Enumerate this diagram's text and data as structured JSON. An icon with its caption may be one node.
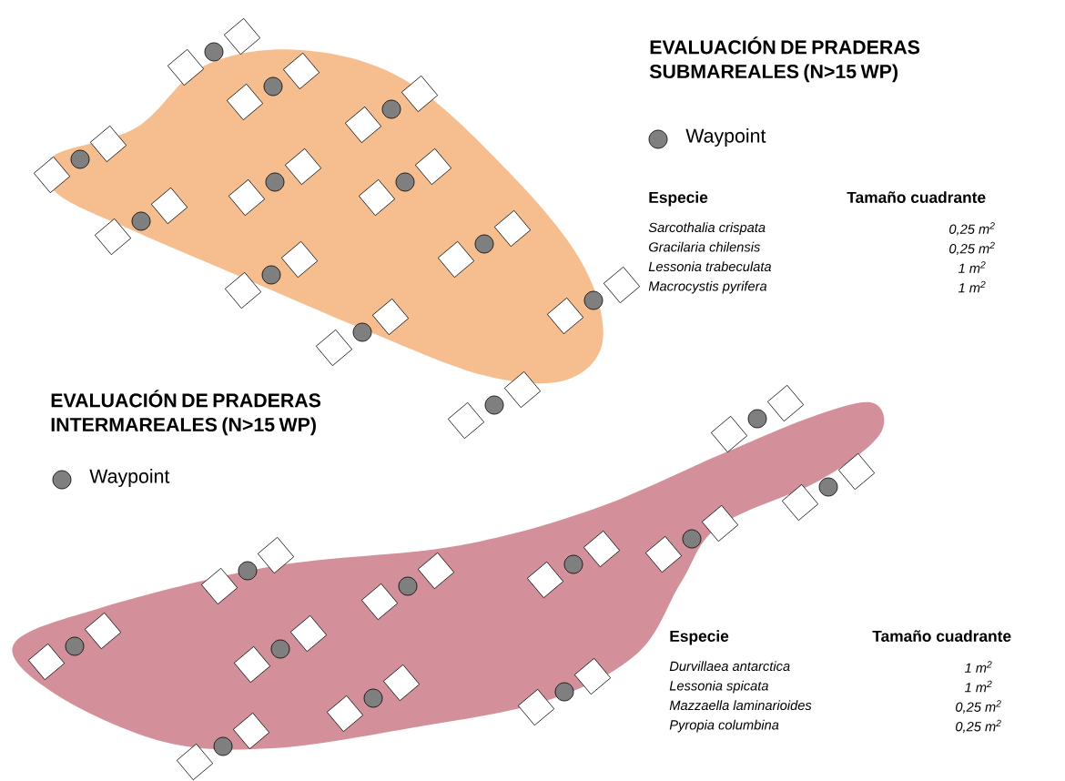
{
  "diagram": {
    "labels": [
      "EVALUACIÓN DE PRADERAS SUBMAREALES (N>15 WP)",
      "Especie",
      "Tamaño cuadrante",
      "Sarcothalia crispata",
      "0,25 m$^{2}$",
      "Gracilaria chilensis",
      "0,25 m$^{2}$",
      "Lessonia trabeculata",
      "1 m$^{2}$",
      "Macrocystis pyrifera",
      "1 m$^{2}$",
      "EVALUACIÓN DE PRADERAS INTERMAREALES (N>15 WP)",
      "Especie",
      "Tamaño cuadrante",
      "Durvillaea antarctica",
      "1 m$^{2}$",
      "Lessonia spicata",
      "1 m$^{2}$",
      "Mazzaella laminarioides",
      "0,25 m$^{2}$",
      "Pyropia columbina",
      "0,25 m$^{2}$"
    ],
    "legend": [
      {
        "text": "Waypoint"
      },
      {
        "text": "Waypoint"
      }
    ]
  }
}
